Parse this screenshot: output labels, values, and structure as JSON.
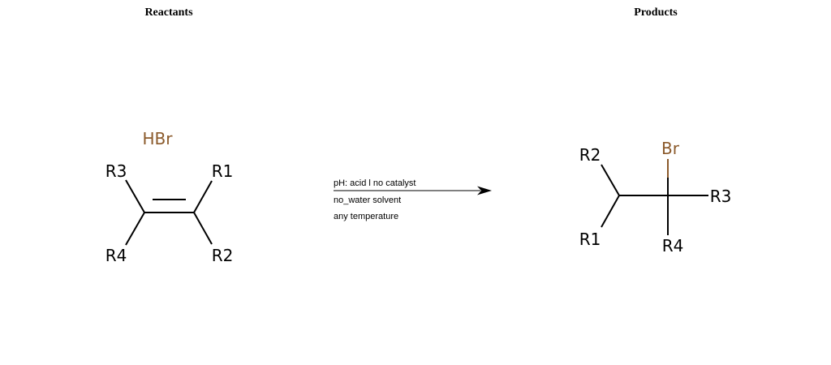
{
  "headers": {
    "reactants": "Reactants",
    "products": "Products"
  },
  "colors": {
    "bond": "#000000",
    "bromine": "#8b5a2b",
    "text": "#000000"
  },
  "reactants": {
    "reagent": "HBr",
    "alkene": {
      "top_left": "R3",
      "top_right": "R1",
      "bottom_left": "R4",
      "bottom_right": "R2"
    }
  },
  "conditions": {
    "line1": "pH: acid l no catalyst",
    "line2": "no_water solvent",
    "line3": "any temperature"
  },
  "products": {
    "alkyl_bromide": {
      "halogen": "Br",
      "upper_left": "R2",
      "lower_left": "R1",
      "right": "R3",
      "bottom": "R4"
    }
  }
}
